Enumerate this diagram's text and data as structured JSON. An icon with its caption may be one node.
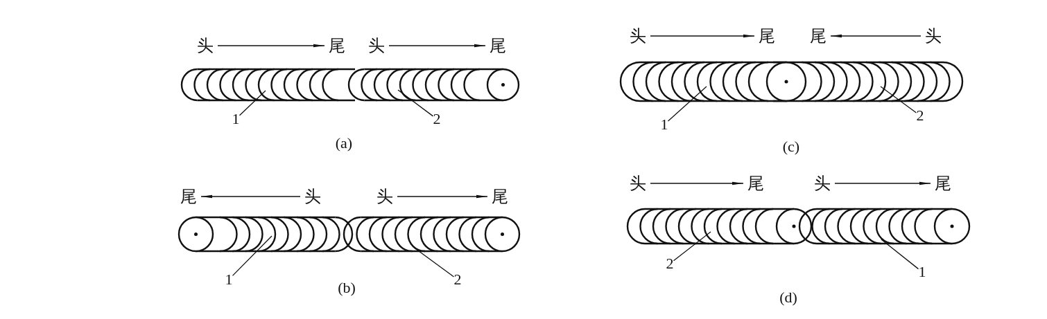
{
  "diagram": {
    "nodes": [
      {
        "text": [
          "头"
        ]
      },
      {
        "text": [
          "尾"
        ]
      },
      {
        "text": [
          "头"
        ]
      },
      {
        "text": [
          "尾"
        ]
      },
      {
        "text": [],
        "shape": "picture"
      },
      {
        "text": [],
        "shape": "picture"
      },
      {
        "text": [
          "1"
        ]
      },
      {
        "text": [
          "2"
        ]
      },
      {
        "text": [
          "头"
        ]
      },
      {
        "text": [
          "尾"
        ]
      },
      {
        "text": [
          "尾"
        ]
      },
      {
        "text": [
          "头"
        ]
      },
      {
        "text": [],
        "shape": "picture"
      },
      {
        "text": [],
        "shape": "picture"
      },
      {
        "text": [
          "1"
        ]
      },
      {
        "text": [
          "2"
        ]
      },
      {
        "text": [
          "尾"
        ]
      },
      {
        "text": [
          "头"
        ]
      },
      {
        "text": [
          "头"
        ]
      },
      {
        "text": [
          "尾"
        ]
      },
      {
        "text": [],
        "shape": "picture"
      },
      {
        "text": [],
        "shape": "picture"
      },
      {
        "text": [
          "1"
        ]
      },
      {
        "text": [
          "2"
        ]
      },
      {
        "text": [
          "头"
        ]
      },
      {
        "text": [
          "尾"
        ]
      },
      {
        "text": [
          "头"
        ]
      },
      {
        "text": [
          "尾"
        ]
      },
      {
        "text": [],
        "shape": "picture"
      },
      {
        "text": [],
        "shape": "picture"
      },
      {
        "text": [
          "2"
        ]
      },
      {
        "text": [
          "1"
        ]
      }
    ],
    "edges": [
      {
        "from": 0,
        "to": 1,
        "arrow": "to"
      },
      {
        "from": 2,
        "to": 3,
        "arrow": "to"
      },
      {
        "from": 6,
        "to": 4,
        "arrow": "none"
      },
      {
        "from": 7,
        "to": 5,
        "arrow": "none"
      },
      {
        "from": 8,
        "to": 9,
        "arrow": "to"
      },
      {
        "from": 11,
        "to": 10,
        "arrow": "to"
      },
      {
        "from": 14,
        "to": 12,
        "arrow": "none"
      },
      {
        "from": 15,
        "to": 13,
        "arrow": "none"
      },
      {
        "from": 17,
        "to": 16,
        "arrow": "to"
      },
      {
        "from": 18,
        "to": 19,
        "arrow": "to"
      },
      {
        "from": 22,
        "to": 20,
        "arrow": "none"
      },
      {
        "from": 23,
        "to": 21,
        "arrow": "none"
      },
      {
        "from": 24,
        "to": 25,
        "arrow": "to"
      },
      {
        "from": 26,
        "to": 27,
        "arrow": "to"
      },
      {
        "from": 30,
        "to": 28,
        "arrow": "none"
      },
      {
        "from": 31,
        "to": 29,
        "arrow": "none"
      }
    ],
    "labels": [
      "(a)",
      "(c)",
      "(b)",
      "(d)"
    ]
  }
}
